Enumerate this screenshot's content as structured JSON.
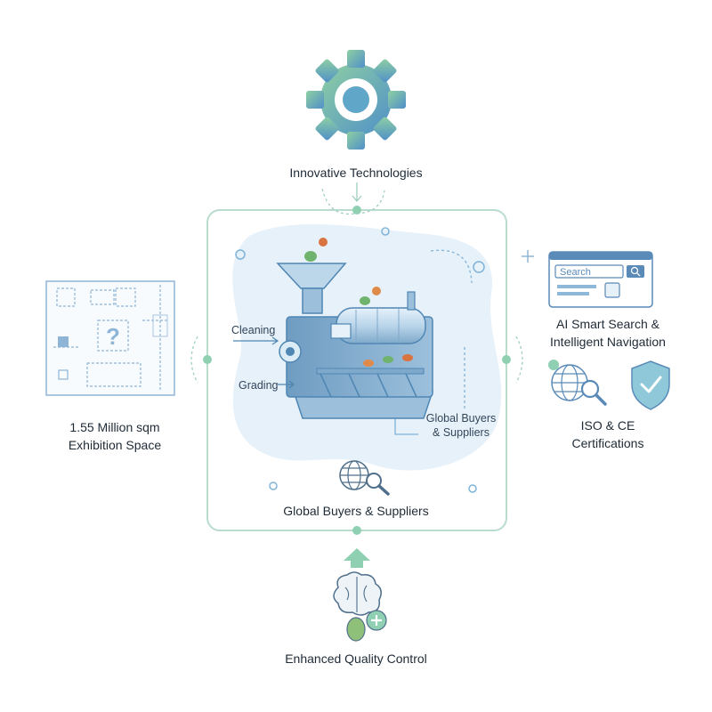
{
  "top": {
    "label": "Innovative Technologies",
    "icon": "gear-icon"
  },
  "left": {
    "label_line1": "1.55 Million sqm",
    "label_line2": "Exhibition Space",
    "icon": "floor-plan-icon"
  },
  "right_top": {
    "label_line1": "AI Smart Search &",
    "label_line2": "Intelligent Navigation",
    "search_placeholder": "Search",
    "icon": "browser-search-icon"
  },
  "right_bottom": {
    "label_line1": "ISO & CE",
    "label_line2": "Certifications",
    "icons": [
      "globe-magnifier-icon",
      "shield-check-icon"
    ]
  },
  "center": {
    "machine_labels": {
      "cleaning": "Cleaning",
      "grading": "Grading",
      "global_line1": "Global Buyers",
      "global_line2": "& Suppliers"
    },
    "bottom_label": "Global Buyers & Suppliers",
    "icon": "globe-search-icon"
  },
  "bottom": {
    "label": "Enhanced Quality Control",
    "icon": "brain-bean-icon"
  },
  "colors": {
    "frame": "#b9dccd",
    "accent": "#6fc3a3",
    "blue": "#4f86b3",
    "light_blue": "#dcecf7"
  }
}
